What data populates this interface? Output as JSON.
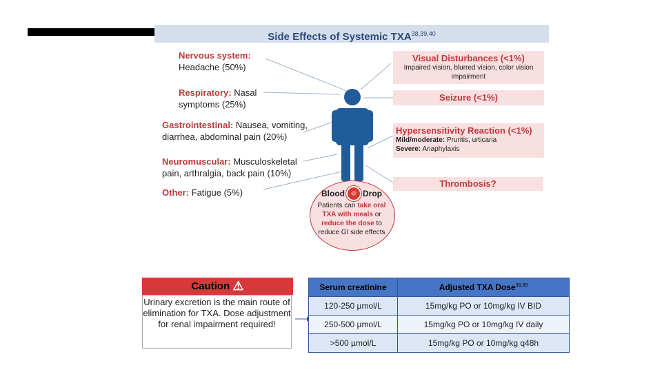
{
  "title": "Side Effects of Systemic TXA",
  "title_refs": "38,39,40",
  "side_effects": [
    {
      "category": "Nervous system:",
      "text": "Headache (50%)"
    },
    {
      "category": "Respiratory:",
      "text": "Nasal symptoms (25%)"
    },
    {
      "category": "Gastrointestinal:",
      "text": "Nausea, vomiting, diarrhea, abdominal pain (20%)"
    },
    {
      "category": "Neuromuscular:",
      "text": "Musculoskeletal pain, arthralgia, back pain (10%)"
    },
    {
      "category": "Other:",
      "text": "Fatigue (5%)"
    }
  ],
  "right_boxes": {
    "visual": {
      "title": "Visual Disturbances (<1%)",
      "desc": "Impaired vision, blurred vision, color vision impairment"
    },
    "seizure": {
      "title": "Seizure (<1%)"
    },
    "hypersensitivity": {
      "title": "Hypersensitivity Reaction (<1%)",
      "mild_label": "Mild/moderate:",
      "mild_text": "Pruritis, urticaria",
      "severe_label": "Severe:",
      "severe_text": "Anaphylaxis"
    },
    "thrombosis": {
      "title": "Thrombosis?"
    }
  },
  "blood_drop": {
    "word1": "Blood",
    "word2": "Drop",
    "t1": "Patients can ",
    "h1": "take oral TXA with meals",
    "t2": " or ",
    "h2": "reduce the dose",
    "t3": " to reduce GI side effects"
  },
  "caution": {
    "title": "Caution",
    "icon": "warning-triangle-icon",
    "body": "Urinary excretion is the main route of elimination for TXA. Dose adjustment for renal impairment required!"
  },
  "dose_table": {
    "headers": [
      "Serum creatinine",
      "Adjusted TXA Dose"
    ],
    "header_refs": "38,39",
    "rows": [
      [
        "120-250 µmol/L",
        "15mg/kg PO or 10mg/kg IV BID"
      ],
      [
        "250-500 µmol/L",
        "15mg/kg PO or 10mg/kg IV daily"
      ],
      [
        ">500 µmol/L",
        "15mg/kg PO or 10mg/kg q48h"
      ]
    ]
  },
  "colors": {
    "accent_red": "#c0393b",
    "title_blue": "#2c4a7c",
    "figure_blue": "#1f5c99",
    "table_blue": "#4775c6"
  }
}
